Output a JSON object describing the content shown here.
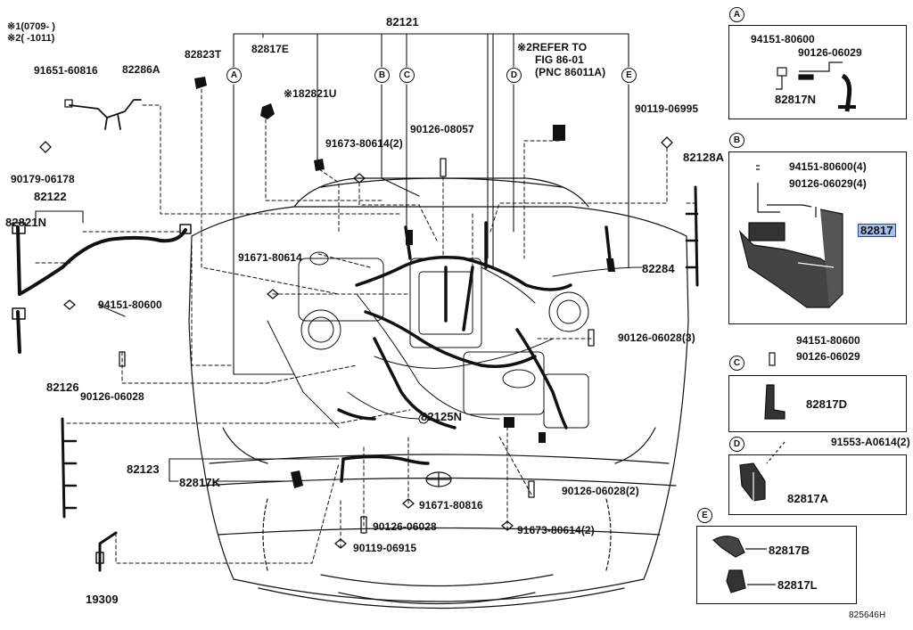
{
  "notes": {
    "note1": "※1(0709-    )",
    "note2": "※2(    -1011)"
  },
  "refer": {
    "line1": "※2REFER TO",
    "line2": "FIG 86-01",
    "line3": "(PNC 86011A)"
  },
  "main_labels": {
    "p82121": "82121",
    "p82823T": "82823T",
    "p82817E": "82817E",
    "p91651_60816": "91651-60816",
    "p82286A": "82286A",
    "p82821U": "※182821U",
    "p90126_08057": "90126-08057",
    "p90119_06995": "90119-06995",
    "p91673_80614_2a": "91673-80614(2)",
    "p90179_06178": "90179-06178",
    "p82122": "82122",
    "p82821N": "82821N",
    "p82128A": "82128A",
    "p91671_80614": "91671-80614",
    "p94151_80600": "94151-80600",
    "p82284": "82284",
    "p90126_06028_3": "90126-06028(3)",
    "p90126_06028": "90126-06028",
    "p82126": "82126",
    "p82125N": "82125N",
    "p82123": "82123",
    "p82817K": "82817K",
    "p91671_80816": "91671-80816",
    "p90126_06028_2": "90126-06028(2)",
    "p90126_06028b": "90126-06028",
    "p91673_80614_2b": "91673-80614(2)",
    "p90119_06915": "90119-06915",
    "p19309": "19309",
    "diagram_code": "825646H"
  },
  "callouts": {
    "A": "A",
    "B": "B",
    "C": "C",
    "D": "D",
    "E": "E"
  },
  "detail_A": {
    "p94151_80600": "94151-80600",
    "p90126_06029": "90126-06029",
    "p82817N": "82817N"
  },
  "detail_B": {
    "p94151_80600_4": "94151-80600(4)",
    "p90126_06029_4": "90126-06029(4)",
    "p82817": "82817"
  },
  "detail_C": {
    "p94151_80600": "94151-80600",
    "p90126_06029": "90126-06029",
    "p82817D": "82817D"
  },
  "detail_D": {
    "p91553_A0614_2": "91553-A0614(2)",
    "p82817A": "82817A"
  },
  "detail_E": {
    "p82817B": "82817B",
    "p82817L": "82817L"
  },
  "colors": {
    "ink": "#111111",
    "highlight": "#a9bfe8",
    "highlight_border": "#1f4fa5"
  }
}
